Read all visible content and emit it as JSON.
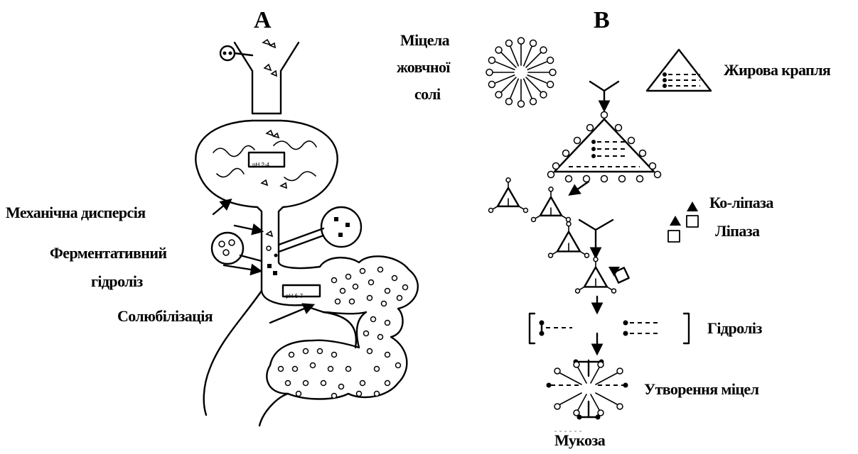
{
  "panel_a": {
    "title": "A",
    "labels": {
      "mechanical": "Механічна дисперсія",
      "enzymatic_1": "Ферментативний",
      "enzymatic_2": "гідроліз",
      "solubilization": "Солюбілізація"
    },
    "ph_stomach": "pH 2-4",
    "ph_intestine": "pH 6-7"
  },
  "panel_b": {
    "title": "B",
    "labels": {
      "micelle_1": "Міцела",
      "micelle_2": "жовчної",
      "micelle_3": "солі",
      "fat_droplet": "Жирова крапля",
      "colipase": "Ко-ліпаза",
      "lipase": "Ліпаза",
      "hydrolysis": "Гідроліз",
      "micelle_formation": "Утворення міцел",
      "mucosa": "Мукоза"
    }
  }
}
